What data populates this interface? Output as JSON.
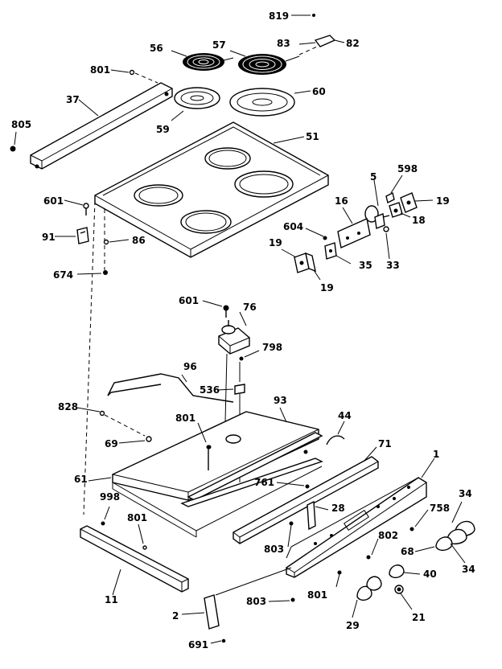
{
  "labels": {
    "l819": "819",
    "l56": "56",
    "l57": "57",
    "l83": "83",
    "l82": "82",
    "l801a": "801",
    "l60": "60",
    "l37": "37",
    "l59": "59",
    "l805": "805",
    "l51": "51",
    "l598": "598",
    "l5": "5",
    "l16": "16",
    "l19a": "19",
    "l601a": "601",
    "l604": "604",
    "l18": "18",
    "l91": "91",
    "l86": "86",
    "l19b": "19",
    "l35": "35",
    "l33": "33",
    "l674": "674",
    "l19c": "19",
    "l601b": "601",
    "l76": "76",
    "l798": "798",
    "l96": "96",
    "l536": "536",
    "l828": "828",
    "l93": "93",
    "l801b": "801",
    "l44": "44",
    "l69": "69",
    "l71": "71",
    "l1": "1",
    "l61": "61",
    "l761": "761",
    "l28": "28",
    "l998": "998",
    "l801c": "801",
    "l758": "758",
    "l34a": "34",
    "l803a": "803",
    "l802": "802",
    "l68": "68",
    "l34b": "34",
    "l11": "11",
    "l801d": "801",
    "l40": "40",
    "l803b": "803",
    "l2": "2",
    "l29": "29",
    "l21": "21",
    "l691": "691"
  }
}
